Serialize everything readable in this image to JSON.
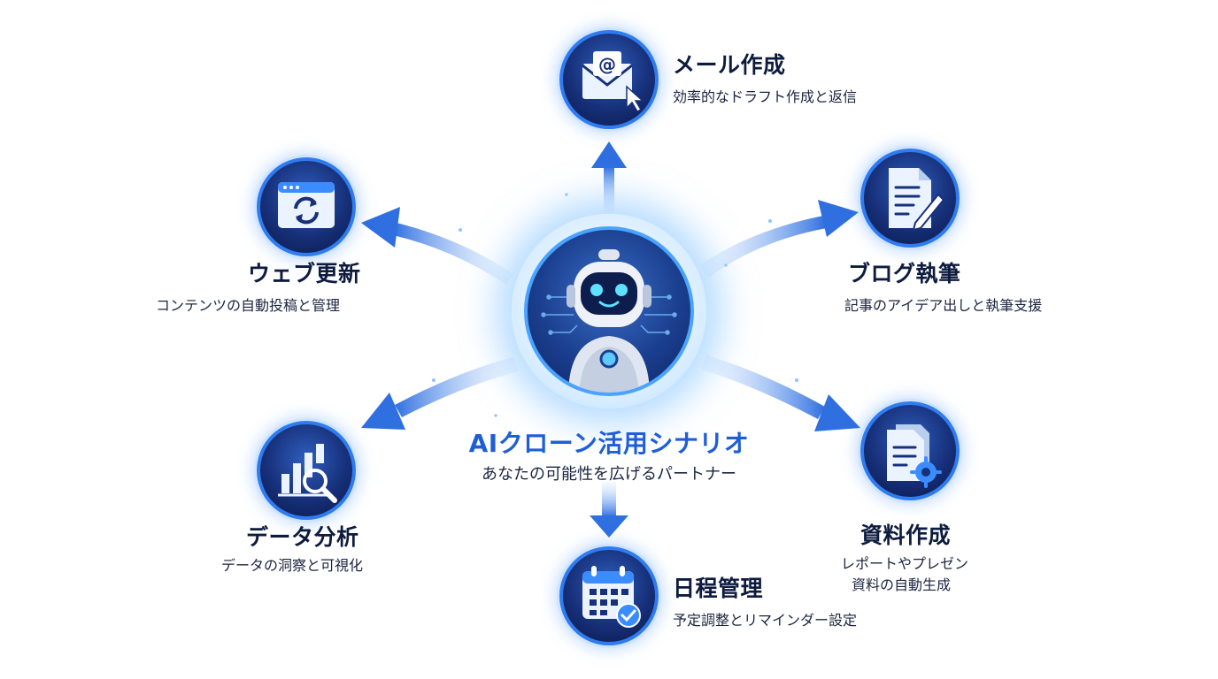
{
  "center": {
    "title": "AIクローン活用シナリオ",
    "subtitle": "あなたの可能性を広げるパートナー",
    "icon": "robot-icon"
  },
  "scenarios": {
    "email": {
      "title": "メール作成",
      "desc": "効率的なドラフト作成と返信",
      "icon": "email-icon"
    },
    "blog": {
      "title": "ブログ執筆",
      "desc": "記事のアイデア出しと執筆支援",
      "icon": "document-pen-icon"
    },
    "docs": {
      "title": "資料作成",
      "desc_line1": "レポートやプレゼン",
      "desc_line2": "資料の自動生成",
      "icon": "document-gear-icon"
    },
    "schedule": {
      "title": "日程管理",
      "desc": "予定調整とリマインダー設定",
      "icon": "calendar-icon"
    },
    "data": {
      "title": "データ分析",
      "desc": "データの洞察と可視化",
      "icon": "chart-search-icon"
    },
    "web": {
      "title": "ウェブ更新",
      "desc": "コンテンツの自動投稿と管理",
      "icon": "browser-refresh-icon"
    }
  },
  "colors": {
    "accent": "#1f5fd6",
    "node_fill": "#17307a",
    "node_ring": "#2f7cf0",
    "arrow": "#2f6fe0"
  }
}
